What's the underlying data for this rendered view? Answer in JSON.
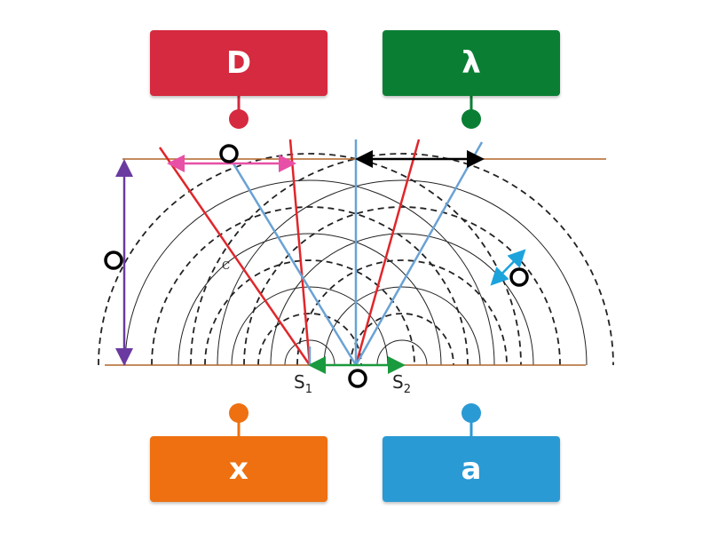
{
  "tiles": {
    "d": {
      "label": "D",
      "color": "#d52a3f"
    },
    "lambda": {
      "label": "λ",
      "color": "#0a7f34"
    },
    "x": {
      "label": "x",
      "color": "#ee7010"
    },
    "a": {
      "label": "a",
      "color": "#2a9ad4"
    }
  },
  "diagram": {
    "source1_letter": "S",
    "source1_sub": "1",
    "source2_letter": "S",
    "source2_sub": "2",
    "point_c": "C"
  },
  "colors": {
    "rail": "#b0652a",
    "red_ray": "#e0262a",
    "blue_ray": "#6aa2d4",
    "arrow_pink": "#e84fa6",
    "arrow_black": "#000000",
    "arrow_purple": "#6b3aa0",
    "arrow_cyan": "#1ca3dc",
    "arrow_green": "#1a9a3e"
  }
}
